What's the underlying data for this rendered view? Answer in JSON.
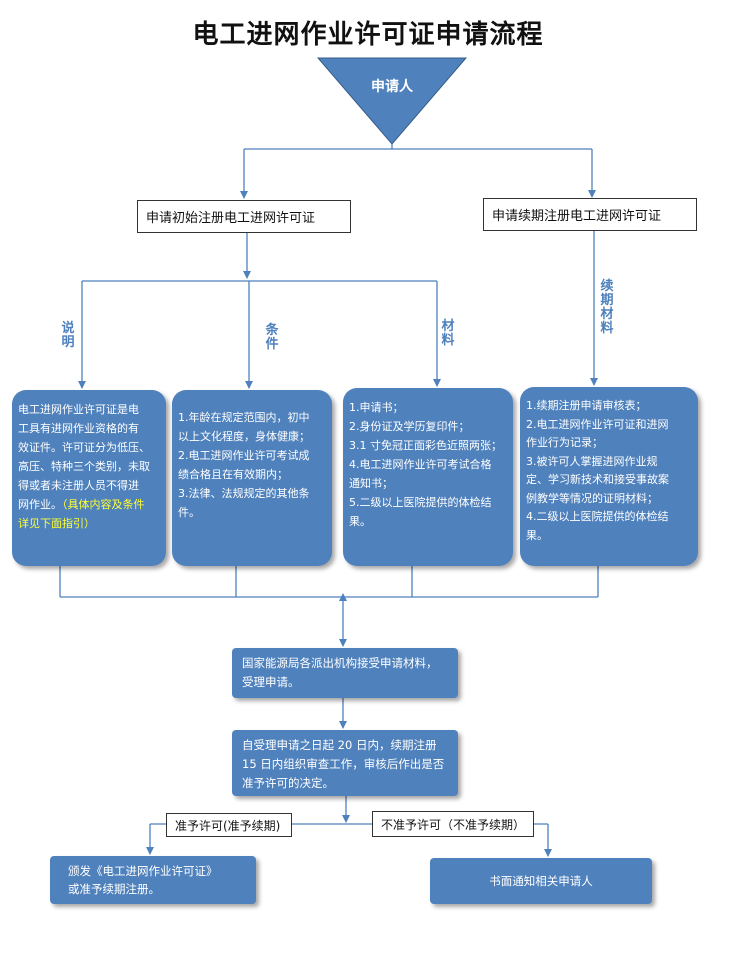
{
  "title": "电工进网作业许可证申请流程",
  "applicant": "申请人",
  "initial_application": "申请初始注册电工进网许可证",
  "renewal_application": "申请续期注册电工进网许可证",
  "labels": {
    "explanation": [
      "说",
      "明"
    ],
    "conditions": [
      "条",
      "件"
    ],
    "materials": [
      "材",
      "料"
    ],
    "renewal_materials": [
      "续",
      "期",
      "材",
      "料"
    ]
  },
  "explanation_box": {
    "lines": [
      "电工进网作业许可证是电",
      "工具有进网作业资格的有",
      "效证件。许可证分为低压、",
      "高压、特种三个类别，未取",
      "得或者未注册人员不得进",
      "网作业。"
    ],
    "highlight_a": "（具体内容及条件",
    "highlight_b": "详见下面指引）"
  },
  "conditions_box": {
    "lines": [
      "1.年龄在规定范围内，初中",
      "以上文化程度，身体健康；",
      "2.电工进网作业许可考试成",
      "绩合格且在有效期内；",
      "3.法律、法规规定的其他条",
      "件。"
    ]
  },
  "materials_box": {
    "lines": [
      "1.申请书；",
      "2.身份证及学历复印件；",
      "3.1 寸免冠正面彩色近照两张；",
      "4.电工进网作业许可考试合格",
      "通知书；",
      "5.二级以上医院提供的体检结",
      "果。"
    ]
  },
  "renewal_box": {
    "lines": [
      "1.续期注册申请审核表；",
      "2.电工进网作业许可证和进网",
      "作业行为记录；",
      "3.被许可人掌握进网作业规",
      "定、学习新技术和接受事故案",
      "例教学等情况的证明材料；",
      "4.二级以上医院提供的体检结",
      "果。"
    ]
  },
  "accept_box": {
    "lines": [
      "国家能源局各派出机构接受申请材料，",
      "受理申请。"
    ]
  },
  "review_box": {
    "lines": [
      "自受理申请之日起  20 日内，续期注册",
      "15 日内组织审查工作，审核后作出是否",
      "准予许可的决定。"
    ]
  },
  "approve_label": "准予许可(准予续期)",
  "reject_label": "不准予许可（不准予续期）",
  "issue_box": {
    "lines": [
      "颁发《电工进网作业许可证》",
      "或准予续期注册。"
    ]
  },
  "notify_box": "书面通知相关申请人",
  "colors": {
    "box_blue": "#4f81bd",
    "line_blue": "#4f81bd",
    "highlight": "#ffff33"
  }
}
